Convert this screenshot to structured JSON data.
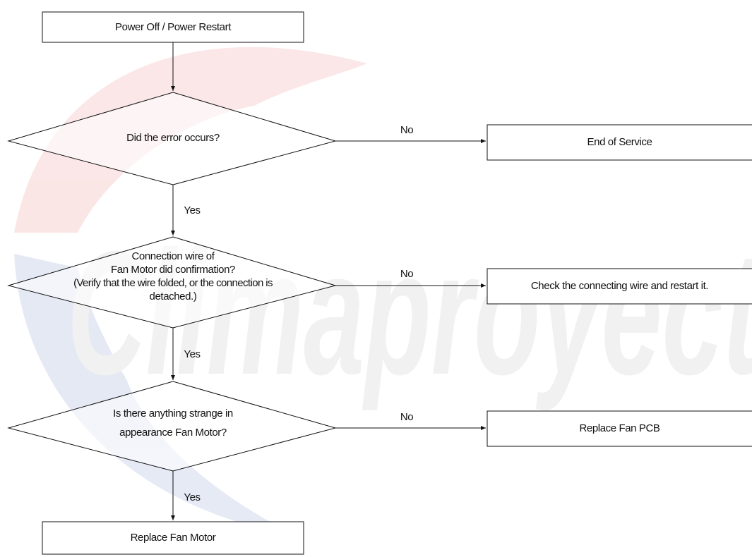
{
  "watermark": {
    "text": "Climaproyect",
    "color_red": "#e2444a",
    "color_blue": "#3c5fae"
  },
  "nodes": {
    "start": "Power Off / Power Restart",
    "q1": "Did the error occurs?",
    "q2_line1": "Connection wire of",
    "q2_line2": "Fan Motor did confirmation?",
    "q2_line3": "(Verify that the wire folded, or the connection is",
    "q2_line4": "detached.)",
    "q3_line1": "Is there anything strange in",
    "q3_line2": "appearance Fan Motor?",
    "end1": "End of Service",
    "end2": "Check the connecting wire and restart it.",
    "end3": "Replace Fan PCB",
    "end4": "Replace Fan Motor"
  },
  "edge_labels": {
    "no1": "No",
    "no2": "No",
    "no3": "No",
    "yes1": "Yes",
    "yes2": "Yes",
    "yes3": "Yes"
  }
}
